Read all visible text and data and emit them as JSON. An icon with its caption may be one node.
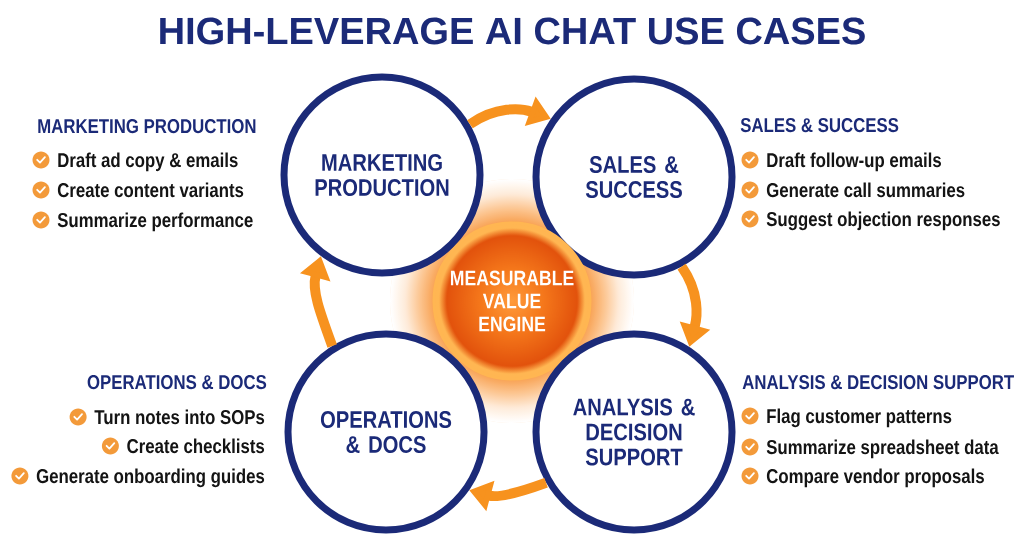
{
  "diagram": {
    "title": "HIGH-LEVERAGE AI CHAT USE CASES",
    "nodes": [
      {
        "text": [
          "MARKETING PRODUCTION"
        ],
        "beside": [
          "MARKETING PRODUCTION",
          "Draft ad copy & emails",
          "Create content variants",
          "Summarize performance"
        ]
      },
      {
        "text": [
          "SALES & SUCCESS"
        ],
        "beside": [
          "SALES & SUCCESS",
          "Draft follow-up emails",
          "Generate call summaries",
          "Suggest objection responses"
        ]
      },
      {
        "text": [
          "MEASURABLE VALUE ENGINE"
        ]
      },
      {
        "text": [
          "OPERATIONS & DOCS"
        ],
        "beside": [
          "OPERATIONS & DOCS",
          "Turn notes into SOPs",
          "Create checklists",
          "Generate onboarding guides"
        ]
      },
      {
        "text": [
          "ANALYSIS & DECISION SUPPORT"
        ],
        "beside": [
          "ANALYSIS & DECISION SUPPORT",
          "Flag customer patterns",
          "Summarize spreadsheet data",
          "Compare vendor proposals"
        ]
      }
    ],
    "edges": [
      {
        "from": 0,
        "to": 1,
        "arrow": "to"
      },
      {
        "from": 1,
        "to": 4,
        "arrow": "to"
      },
      {
        "from": 4,
        "to": 3,
        "arrow": "to"
      },
      {
        "from": 3,
        "to": 0,
        "arrow": "to"
      }
    ]
  }
}
